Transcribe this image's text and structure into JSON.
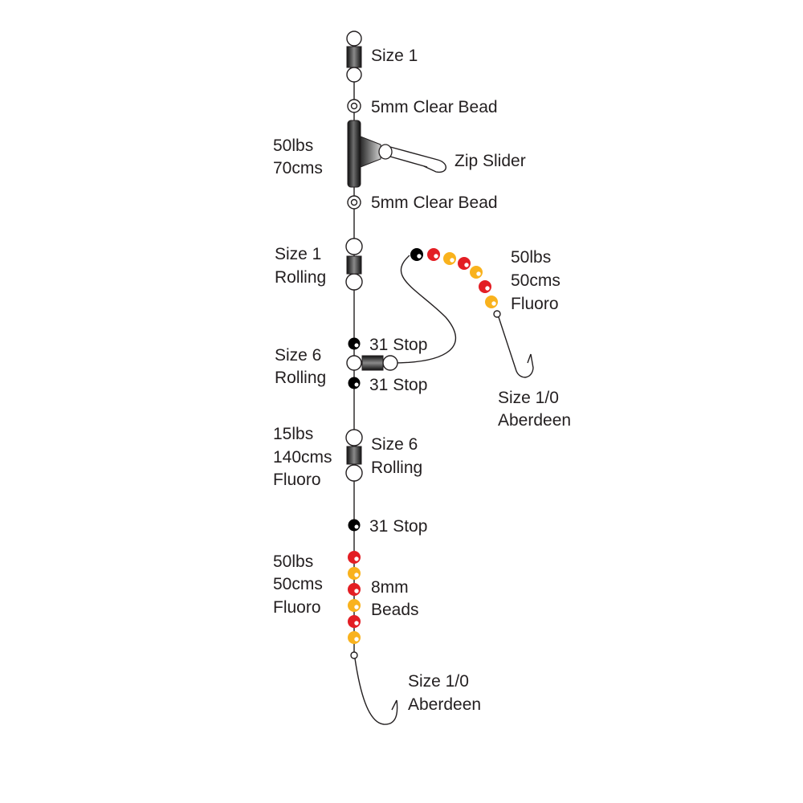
{
  "labels": {
    "top_swivel": "Size 1",
    "clear_bead_upper": "5mm Clear Bead",
    "main_line_strength": "50lbs",
    "main_line_length": "70cms",
    "zip_slider": "Zip Slider",
    "clear_bead_lower": "5mm Clear Bead",
    "rolling_1_size": "Size 1",
    "rolling_1_type": "Rolling",
    "snood_strength": "50lbs",
    "snood_length": "50cms",
    "snood_material": "Fluoro",
    "stop_upper": "31 Stop",
    "rolling_6_size": "Size 6",
    "rolling_6_type": "Rolling",
    "stop_lower": "31 Stop",
    "snood_hook_size": "Size 1/0",
    "snood_hook_type": "Aberdeen",
    "body_strength": "15lbs",
    "body_length": "140cms",
    "body_material": "Fluoro",
    "rolling_6b_size": "Size 6",
    "rolling_6b_type": "Rolling",
    "stop_bottom": "31 Stop",
    "trace_strength": "50lbs",
    "trace_length": "50cms",
    "trace_material": "Fluoro",
    "beads_size": "8mm",
    "beads_type": "Beads",
    "bottom_hook_size": "Size 1/0",
    "bottom_hook_type": "Aberdeen"
  },
  "colors": {
    "line": "#231f20",
    "bead_red": "#e31e24",
    "bead_yellow": "#f9b21d",
    "stop_black": "#000000",
    "clear": "#ffffff"
  }
}
